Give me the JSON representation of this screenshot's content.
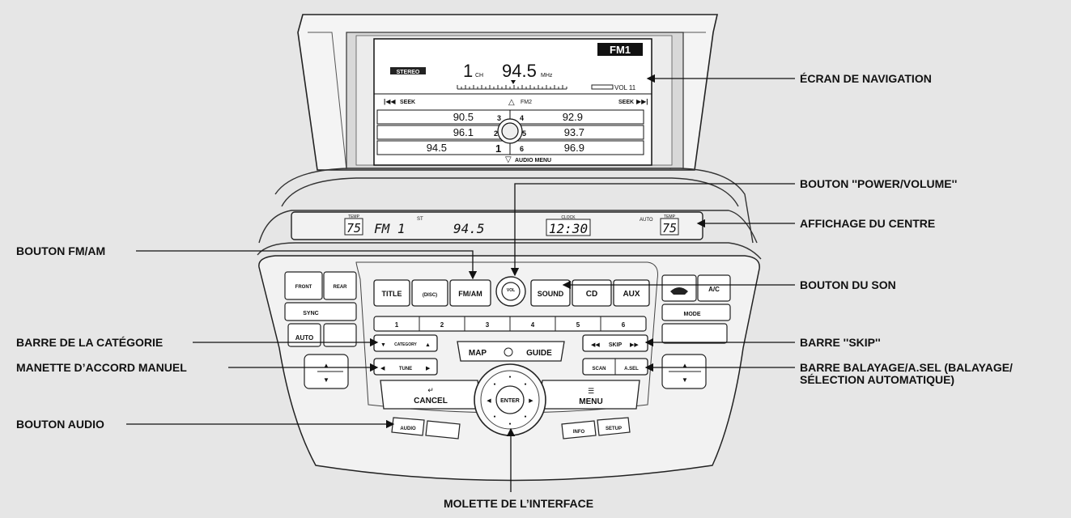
{
  "labels": {
    "nav_screen": "ÉCRAN DE NAVIGATION",
    "power_volume": "BOUTON ''POWER/VOLUME''",
    "center_display": "AFFICHAGE DU CENTRE",
    "fm_am": "BOUTON FM/AM",
    "sound": "BOUTON DU SON",
    "category": "BARRE DE LA CATÉGORIE",
    "skip": "BARRE ''SKIP''",
    "tune": "MANETTE D’ACCORD MANUEL",
    "scan_line1": "BARRE BALAYAGE/A.SEL (BALAYAGE/",
    "scan_line2": "SÉLECTION AUTOMATIQUE)",
    "audio": "BOUTON AUDIO",
    "interface_dial": "MOLETTE DE L’INTERFACE"
  },
  "screen": {
    "band_badge": "FM1",
    "stereo": "STEREO",
    "channel": "1",
    "channel_unit": "CH",
    "frequency": "94.5",
    "freq_unit": "MHz",
    "volume": "VOL 11",
    "seek_left": "SEEK",
    "seek_right": "SEEK",
    "fm2": "FM2",
    "audio_menu": "AUDIO MENU",
    "presets": [
      {
        "num": "3",
        "freq": "90.5"
      },
      {
        "num": "4",
        "freq": "92.9"
      },
      {
        "num": "2",
        "freq": "96.1"
      },
      {
        "num": "5",
        "freq": "93.7"
      },
      {
        "num": "1",
        "freq": "94.5"
      },
      {
        "num": "6",
        "freq": "96.9"
      }
    ]
  },
  "center_display": {
    "temp_left": "75",
    "band": "FM 1",
    "st": "ST",
    "freq": "94.5",
    "clock_label": "CLOCK",
    "clock": "12:30",
    "auto": "AUTO",
    "temp_right": "75",
    "temp_label": "TEMP"
  },
  "controls": {
    "title": "TITLE",
    "disc": "(DISC)",
    "fm_am": "FM/AM",
    "vol": "VOL",
    "sound": "SOUND",
    "cd": "CD",
    "aux": "AUX",
    "presets": [
      "1",
      "2",
      "3",
      "4",
      "5",
      "6"
    ],
    "category": "CATEGORY",
    "tune": "TUNE",
    "skip": "SKIP",
    "scan": "SCAN",
    "asel": "A.SEL",
    "map": "MAP",
    "guide": "GUIDE",
    "enter": "ENTER",
    "cancel": "CANCEL",
    "menu": "MENU",
    "audio": "AUDIO",
    "info": "INFO",
    "setup": "SETUP",
    "front": "FRONT",
    "rear": "REAR",
    "sync": "SYNC",
    "auto": "AUTO",
    "ac": "A/C",
    "mode": "MODE"
  }
}
